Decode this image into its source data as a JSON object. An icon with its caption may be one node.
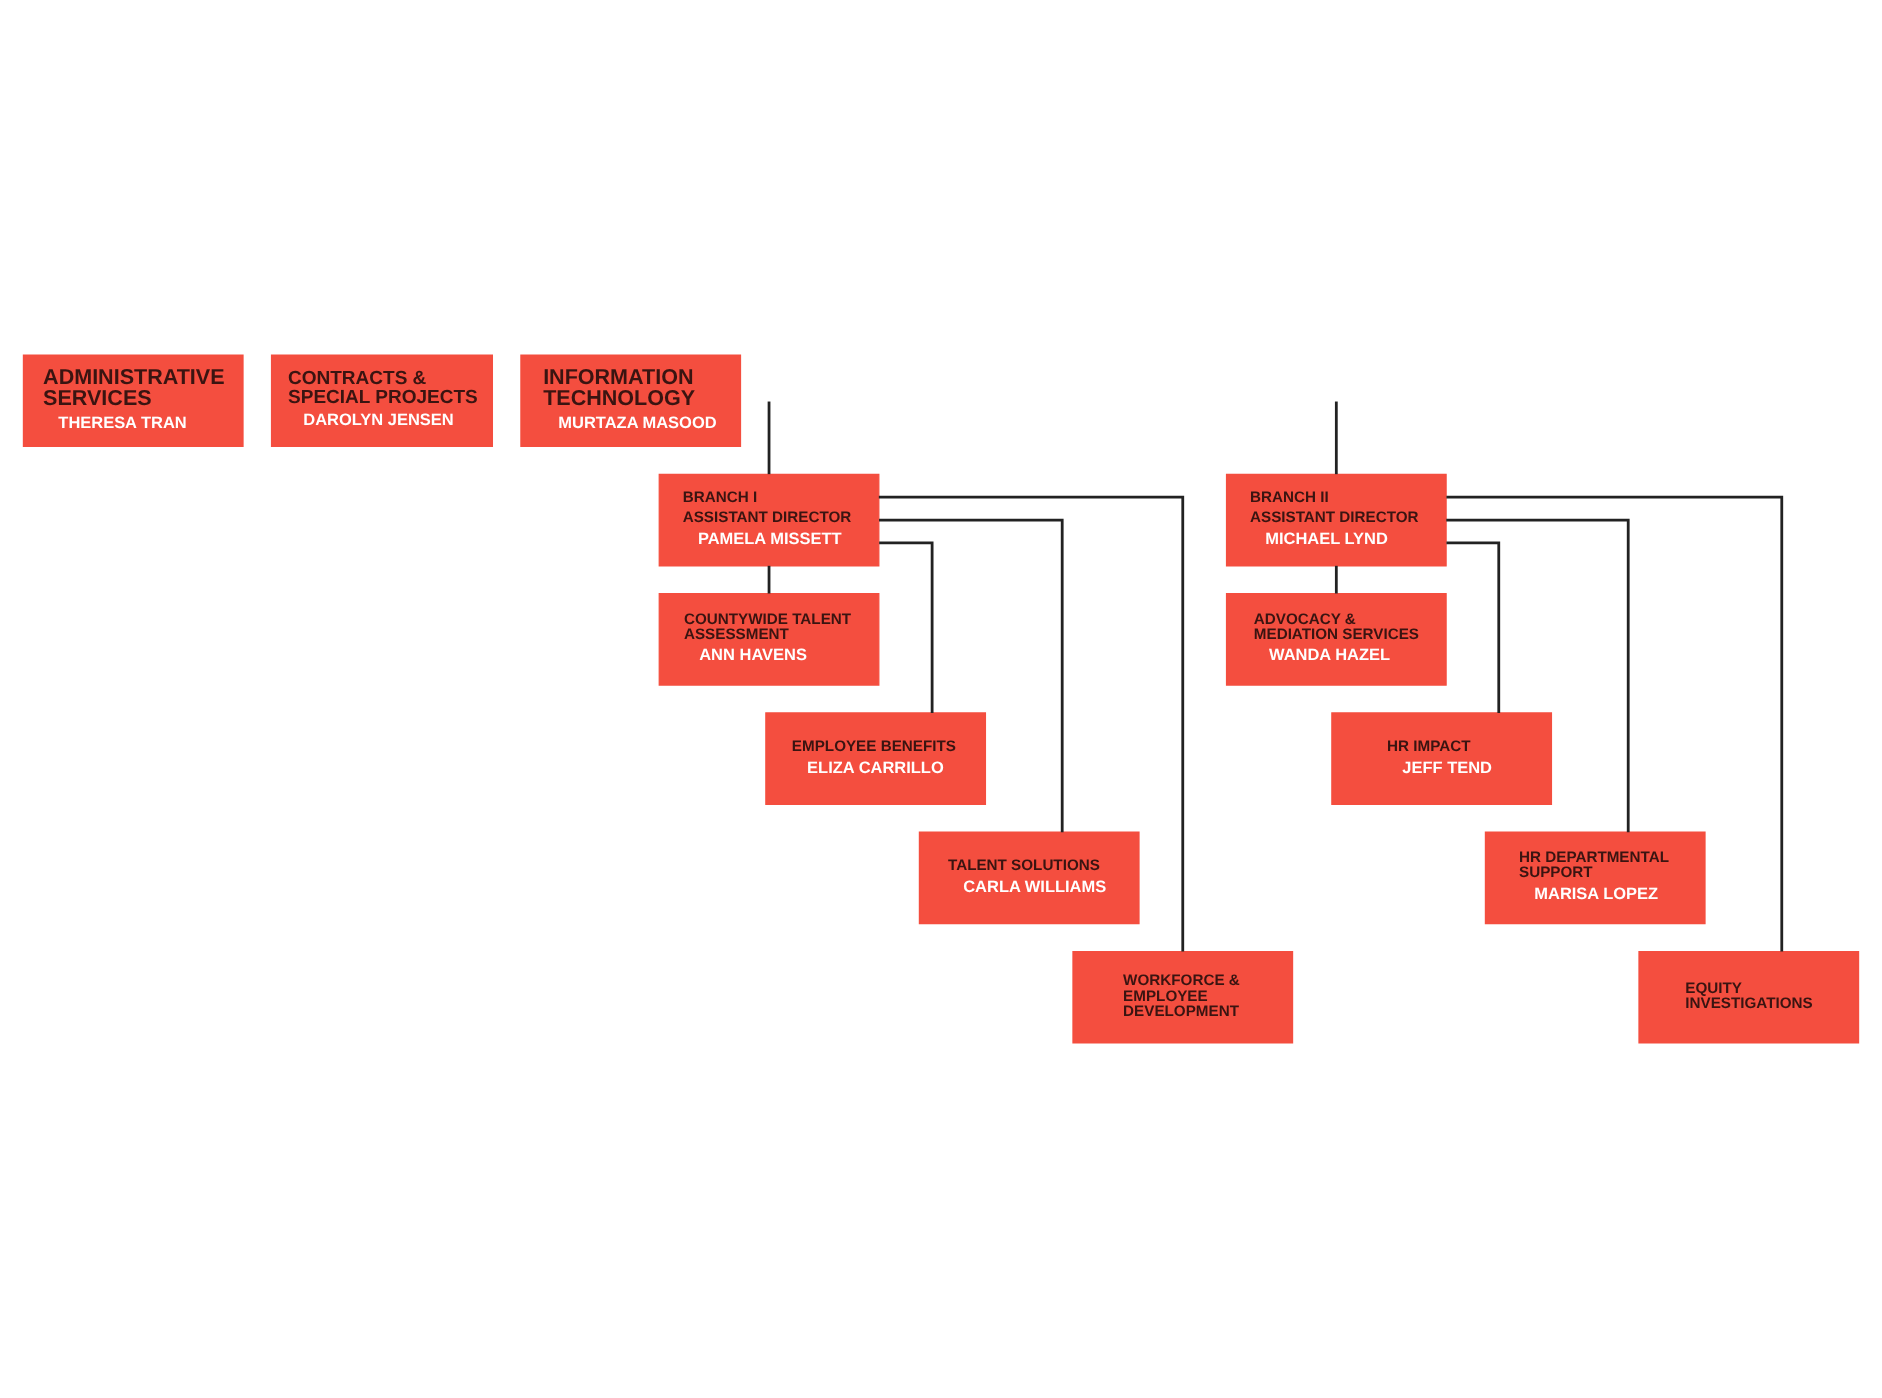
{
  "diagram": {
    "nodes": [
      {
        "text": [
          "ADMINISTRATIVE SERVICES",
          "THERESA TRAN"
        ]
      },
      {
        "text": [
          "CONTRACTS & SPECIAL PROJECTS",
          "DAROLYN JENSEN"
        ]
      },
      {
        "text": [
          "INFORMATION TECHNOLOGY",
          "MURTAZA MASOOD"
        ]
      },
      {
        "text": [
          "BRANCH I",
          "ASSISTANT DIRECTOR",
          "PAMELA MISSETT"
        ]
      },
      {
        "text": [
          "BRANCH II",
          "ASSISTANT DIRECTOR",
          "MICHAEL LYND"
        ]
      },
      {
        "text": [
          "COUNTYWIDE TALENT ASSESSMENT",
          "ANN HAVENS"
        ]
      },
      {
        "text": [
          "EMPLOYEE BENEFITS",
          "ELIZA CARRILLO"
        ]
      },
      {
        "text": [
          "TALENT SOLUTIONS",
          "CARLA WILLIAMS"
        ]
      },
      {
        "text": [
          "WORKFORCE & EMPLOYEE DEVELOPMENT"
        ]
      },
      {
        "text": [
          "ADVOCACY & MEDIATION SERVICES",
          "WANDA HAZEL"
        ]
      },
      {
        "text": [
          "HR IMPACT",
          "JEFF TEND"
        ]
      },
      {
        "text": [
          "HR DEPARTMENTAL SUPPORT",
          "MARISA LOPEZ"
        ]
      },
      {
        "text": [
          "EQUITY INVESTIGATIONS"
        ]
      }
    ],
    "edges": [
      {
        "from": null,
        "to": 3,
        "arrow": "none"
      },
      {
        "from": null,
        "to": 4,
        "arrow": "none"
      },
      {
        "from": 3,
        "to": 5,
        "arrow": "none"
      },
      {
        "from": 3,
        "to": 6,
        "arrow": "none"
      },
      {
        "from": 3,
        "to": 7,
        "arrow": "none"
      },
      {
        "from": 3,
        "to": 8,
        "arrow": "none"
      },
      {
        "from": 4,
        "to": 9,
        "arrow": "none"
      },
      {
        "from": 4,
        "to": 10,
        "arrow": "none"
      },
      {
        "from": 4,
        "to": 11,
        "arrow": "none"
      },
      {
        "from": 4,
        "to": 12,
        "arrow": "none"
      }
    ]
  }
}
